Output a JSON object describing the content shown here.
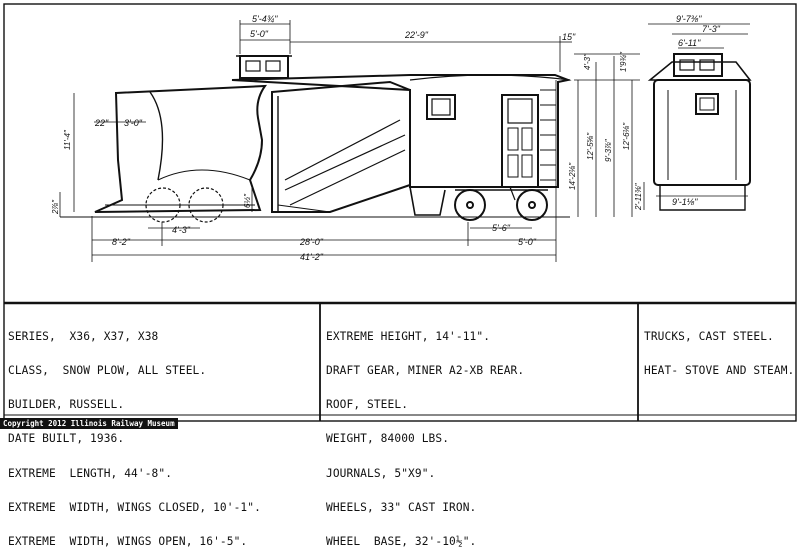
{
  "dimensions": {
    "cupola_width": "5'-4¾\"",
    "cupola_inner": "5'-0\"",
    "body_length": "22'-9\"",
    "end_overhang": "15\"",
    "end_cupola_overall": "9'-7⅜\"",
    "end_width_a": "7'-3\"",
    "end_width_b": "6'-11\"",
    "end_base": "9'-1⅛\"",
    "wing_a": "22\"",
    "wing_b": "3'-0\"",
    "plow_height": "11'-4\"",
    "ground_clear": "2⅞\"",
    "plow_base": "6½\"",
    "ht_a": "4'-3\"",
    "ht_b": "1'9¾\"",
    "ht_overall": "14'-2⅛\"",
    "ht_roof": "12'-5⅝\"",
    "ht_c": "12'-6⅛\"",
    "ht_d": "9'-3⅞\"",
    "ht_e": "2'-11⅜\"",
    "truck_pos": "4'-3\"",
    "front_to_truck": "8'-2\"",
    "truck_centers": "28'-0\"",
    "overall_length": "41'-2\"",
    "wheel_base": "5'-6\"",
    "rear_overhang": "5'-0\""
  },
  "specs": {
    "col1": [
      "SERIES,  X36, X37, X38",
      "CLASS,  SNOW PLOW, ALL STEEL.",
      "BUILDER, RUSSELL.",
      "DATE BUILT, 1936.",
      "EXTREME  LENGTH, 44'-8\".",
      "EXTREME  WIDTH, WINGS CLOSED, 10'-1\".",
      "EXTREME  WIDTH, WINGS OPEN, 16'-5\"."
    ],
    "col2": [
      "EXTREME HEIGHT, 14'-11\".",
      "DRAFT GEAR, MINER A2-XB REAR.",
      "ROOF, STEEL.",
      "WEIGHT, 84000 LBS.",
      "JOURNALS, 5\"X9\".",
      "WHEELS, 33\" CAST IRON.",
      "WHEEL  BASE, 32'-10½\"."
    ],
    "col3": [
      "TRUCKS, CAST STEEL.",
      "HEAT- STOVE AND STEAM."
    ]
  },
  "credit": "Copyright 2012 Illinois Railway Museum"
}
